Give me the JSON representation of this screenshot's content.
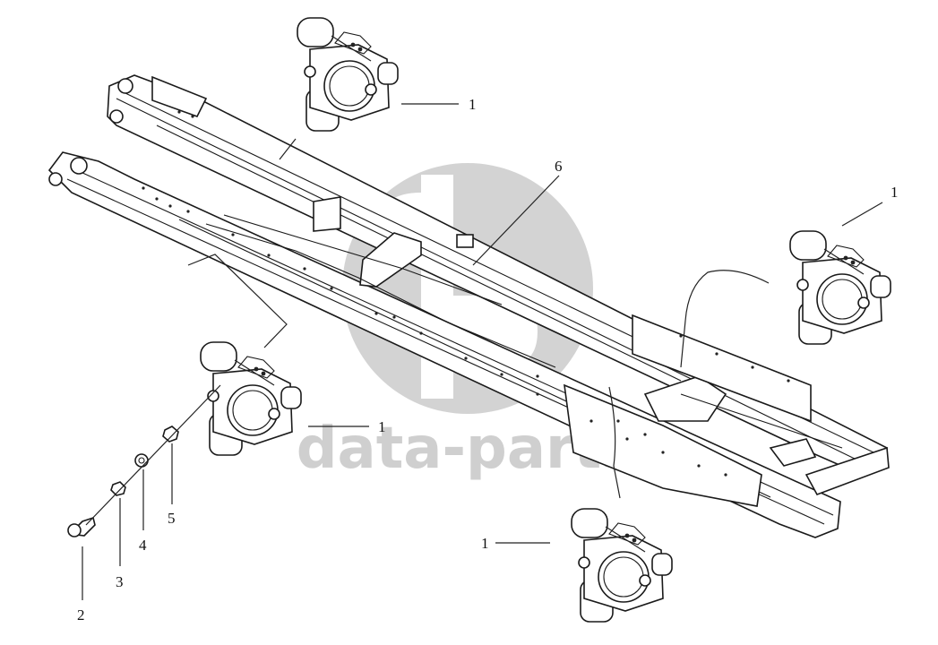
{
  "watermark": {
    "text": "data-parts",
    "color": "#cfcfcf"
  },
  "callouts": [
    {
      "id": "1a",
      "label": "1"
    },
    {
      "id": "1b",
      "label": "1"
    },
    {
      "id": "1c",
      "label": "1"
    },
    {
      "id": "1d",
      "label": "1"
    },
    {
      "id": "1e",
      "label": "1"
    },
    {
      "id": "2",
      "label": "2"
    },
    {
      "id": "3",
      "label": "3"
    },
    {
      "id": "4",
      "label": "4"
    },
    {
      "id": "5",
      "label": "5"
    },
    {
      "id": "6",
      "label": "6"
    }
  ]
}
